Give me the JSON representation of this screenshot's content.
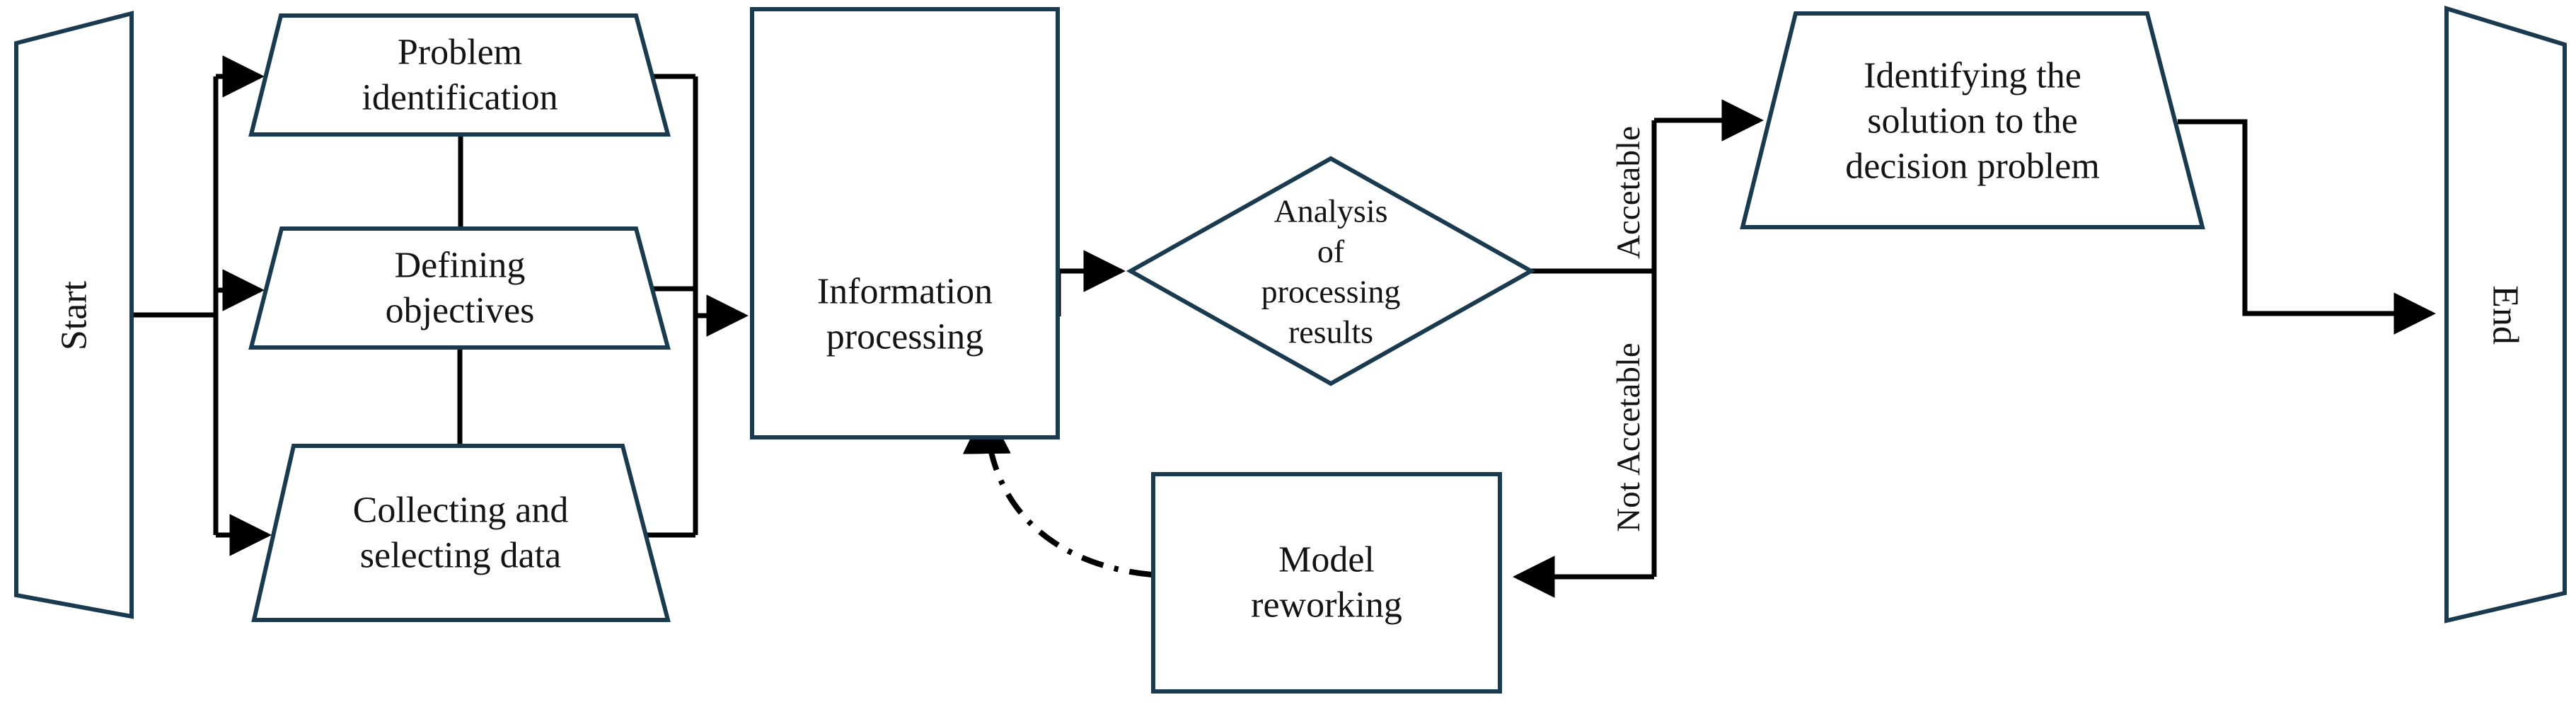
{
  "colors": {
    "shape_outline": "#1a3a50",
    "connector": "#000000",
    "text": "#141414",
    "background": "#ffffff"
  },
  "nodes": {
    "start": {
      "label": "Start"
    },
    "problem_identification": {
      "lines": [
        "Problem",
        "identification"
      ]
    },
    "defining_objectives": {
      "lines": [
        "Defining",
        "objectives"
      ]
    },
    "collecting_data": {
      "lines": [
        "Collecting and",
        "selecting data"
      ]
    },
    "information_processing": {
      "lines": [
        "Information",
        "processing"
      ]
    },
    "analysis_decision": {
      "lines": [
        "Analysis",
        "of",
        "processing",
        "results"
      ]
    },
    "identifying_solution": {
      "lines": [
        "Identifying the",
        "solution to the",
        "decision problem"
      ]
    },
    "model_reworking": {
      "lines": [
        "Model",
        "reworking"
      ]
    },
    "end": {
      "label": "End"
    }
  },
  "edges": {
    "acceptable_label": "Accetable",
    "not_acceptable_label": "Not Accetable"
  }
}
